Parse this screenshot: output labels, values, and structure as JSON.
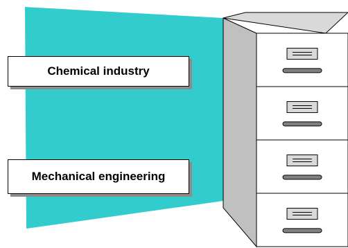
{
  "labels": [
    {
      "text": "Chemical industry"
    },
    {
      "text": "Mechanical engineering"
    }
  ],
  "cabinet": {
    "drawer_count": 4
  },
  "colors": {
    "beam": "#33cccc",
    "cabinet_side": "#c0c0c0",
    "cabinet_front": "#ffffff",
    "handle": "#808080",
    "label_plate": "#d9d9d9",
    "outline": "#000000"
  }
}
